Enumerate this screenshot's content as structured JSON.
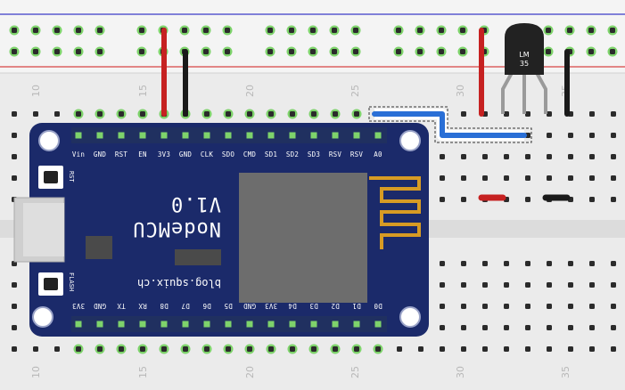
{
  "breadboard": {
    "column_labels": [
      "10",
      "15",
      "20",
      "25",
      "30",
      "35"
    ]
  },
  "nodemcu": {
    "title": "NodeMCU",
    "version": "V1.0",
    "url": "blog.squix.ch",
    "top_pins": [
      "Vin",
      "GND",
      "RST",
      "EN",
      "3V3",
      "GND",
      "CLK",
      "SDO",
      "CMD",
      "SD1",
      "SD2",
      "SD3",
      "RSV",
      "RSV",
      "A0"
    ],
    "bottom_pins": [
      "3V3",
      "GND",
      "TX",
      "RX",
      "D8",
      "D7",
      "D6",
      "D5",
      "GND",
      "3V3",
      "D4",
      "D3",
      "D2",
      "D1",
      "D0"
    ],
    "rst_button_label": "RST",
    "flash_button_label": "FLASH"
  },
  "sensor": {
    "label_line1": "LM",
    "label_line2": "35"
  },
  "colors": {
    "board": "#1b2a6a",
    "wire_red": "#c62121",
    "wire_black": "#1a1a1a",
    "wire_blue": "#2a6fd6",
    "highlight": "#7ed36b",
    "antenna": "#d79b24"
  }
}
